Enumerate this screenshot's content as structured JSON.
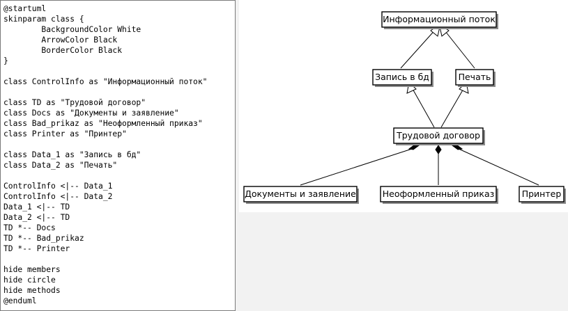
{
  "editor": {
    "lines": [
      "@startuml",
      "skinparam class {",
      "        BackgroundColor White",
      "        ArrowColor Black",
      "        BorderColor Black",
      "}",
      "",
      "class ControlInfo as \"Информационный поток\"",
      "",
      "class TD as \"Трудовой договор\"",
      "class Docs as \"Документы и заявление\"",
      "class Bad_prikaz as \"Неоформленный приказ\"",
      "class Printer as \"Принтер\"",
      "",
      "class Data_1 as \"Запись в бд\"",
      "class Data_2 as \"Печать\"",
      "",
      "ControlInfo <|-- Data_1",
      "ControlInfo <|-- Data_2",
      "Data_1 <|-- TD",
      "Data_2 <|-- TD",
      "TD *-- Docs",
      "TD *-- Bad_prikaz",
      "TD *-- Printer",
      "",
      "hide members",
      "hide circle",
      "hide methods",
      "@enduml"
    ]
  },
  "diagram": {
    "nodes": {
      "control_info": "Информационный поток",
      "data_1": "Запись в бд",
      "data_2": "Печать",
      "td": "Трудовой договор",
      "docs": "Документы и заявление",
      "bad_prikaz": "Неоформленный приказ",
      "printer": "Принтер"
    }
  }
}
